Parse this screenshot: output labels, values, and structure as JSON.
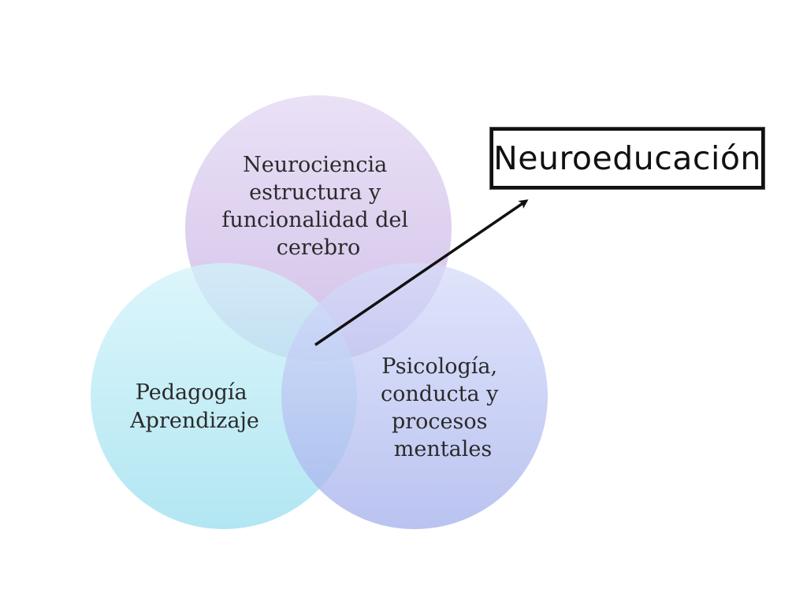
{
  "circles": {
    "neurociencia": {
      "lines": [
        "Neurociencia",
        "estructura y",
        "funcionalidad del",
        "cerebro"
      ],
      "color": "#cdb8e6"
    },
    "pedagogia": {
      "lines": [
        "Pedagogía",
        "Aprendizaje"
      ],
      "color": "#9fe3f0"
    },
    "psicologia": {
      "lines": [
        "Psicología,",
        "conducta y",
        "procesos",
        "mentales"
      ],
      "color": "#a9b4ee"
    }
  },
  "result": {
    "label": "Neuroeducación"
  }
}
